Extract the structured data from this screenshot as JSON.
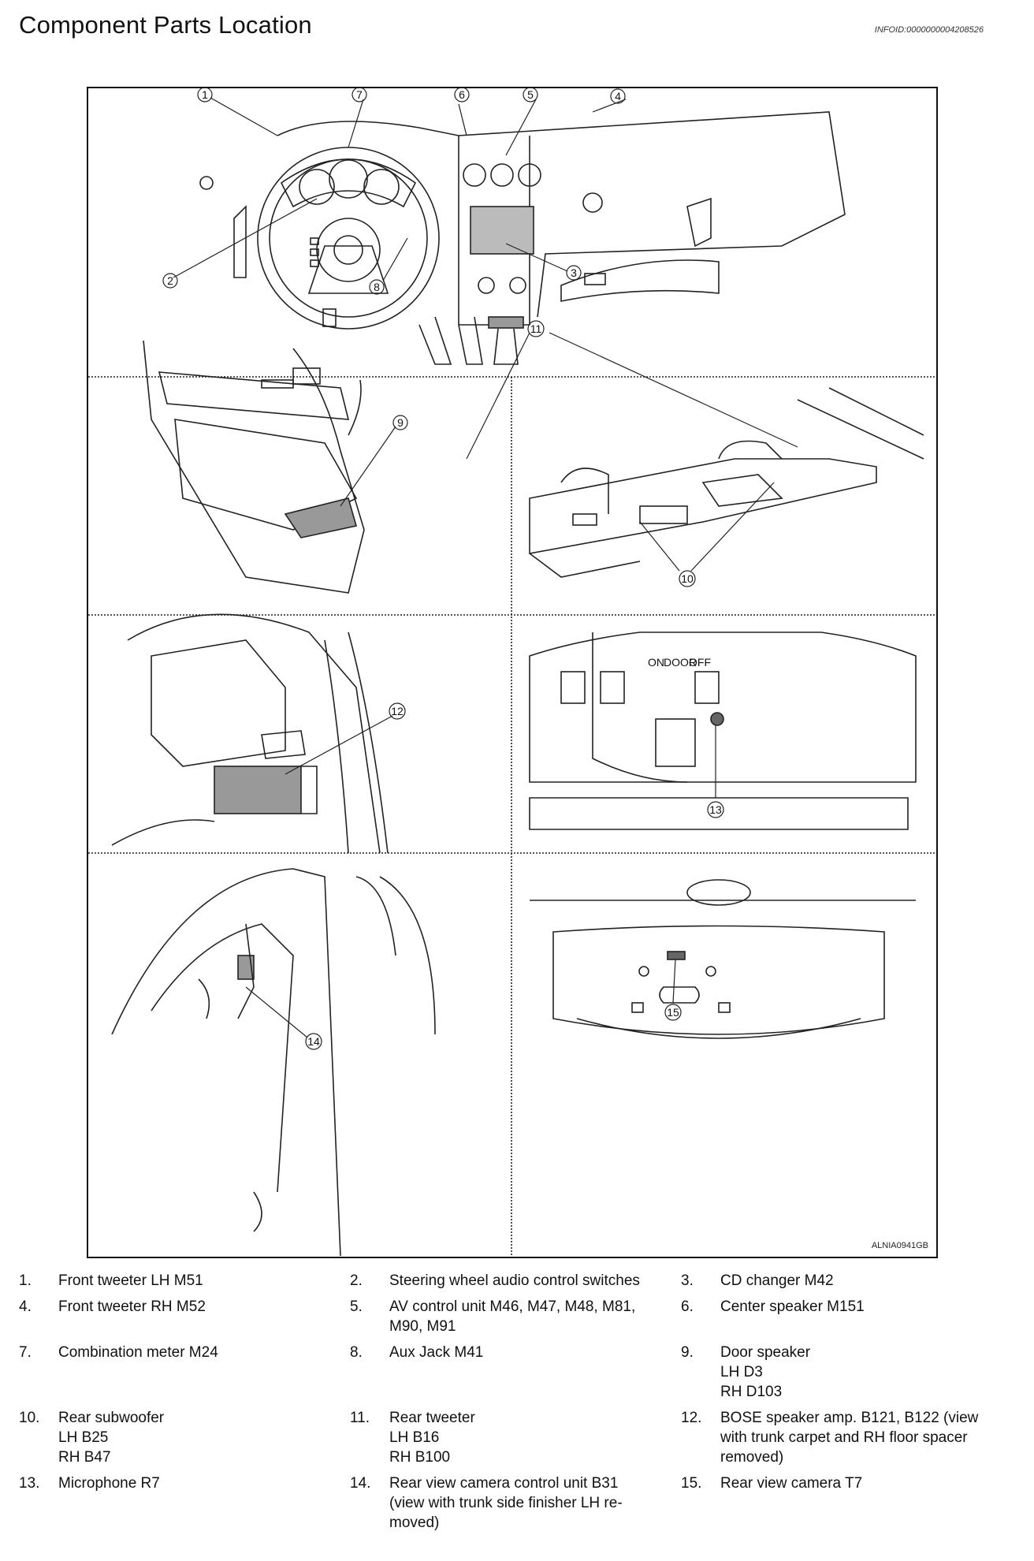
{
  "header": {
    "title": "Component Parts Location",
    "info_id": "INFOID:0000000004208526"
  },
  "figure": {
    "code": "ALNIA0941GB",
    "callouts": [
      "1",
      "2",
      "3",
      "4",
      "5",
      "6",
      "7",
      "8",
      "9",
      "10",
      "11",
      "12",
      "13",
      "14",
      "15"
    ],
    "switch_labels": {
      "on": "ON",
      "door": "DOOR",
      "off": "OFF"
    }
  },
  "legend": [
    [
      {
        "num": "1.",
        "text": "Front tweeter LH M51"
      },
      {
        "num": "2.",
        "text": "Steering wheel audio control switches"
      },
      {
        "num": "3.",
        "text": "CD changer M42"
      }
    ],
    [
      {
        "num": "4.",
        "text": "Front tweeter RH M52"
      },
      {
        "num": "5.",
        "text": "AV control unit M46, M47, M48, M81,\nM90, M91"
      },
      {
        "num": "6.",
        "text": "Center speaker M151"
      }
    ],
    [
      {
        "num": "7.",
        "text": "Combination meter M24"
      },
      {
        "num": "8.",
        "text": "Aux Jack M41"
      },
      {
        "num": "9.",
        "text": "Door speaker\nLH D3\nRH D103"
      }
    ],
    [
      {
        "num": "10.",
        "text": "Rear subwoofer\nLH B25\nRH B47"
      },
      {
        "num": "11.",
        "text": "Rear tweeter\nLH B16\nRH B100"
      },
      {
        "num": "12.",
        "text": "BOSE speaker amp. B121, B122 (view\nwith trunk carpet and RH floor spacer\nremoved)"
      }
    ],
    [
      {
        "num": "13.",
        "text": "Microphone R7"
      },
      {
        "num": "14.",
        "text": "Rear view camera control unit B31\n(view with trunk side finisher LH re-\nmoved)"
      },
      {
        "num": "15.",
        "text": "Rear view camera T7"
      }
    ]
  ]
}
